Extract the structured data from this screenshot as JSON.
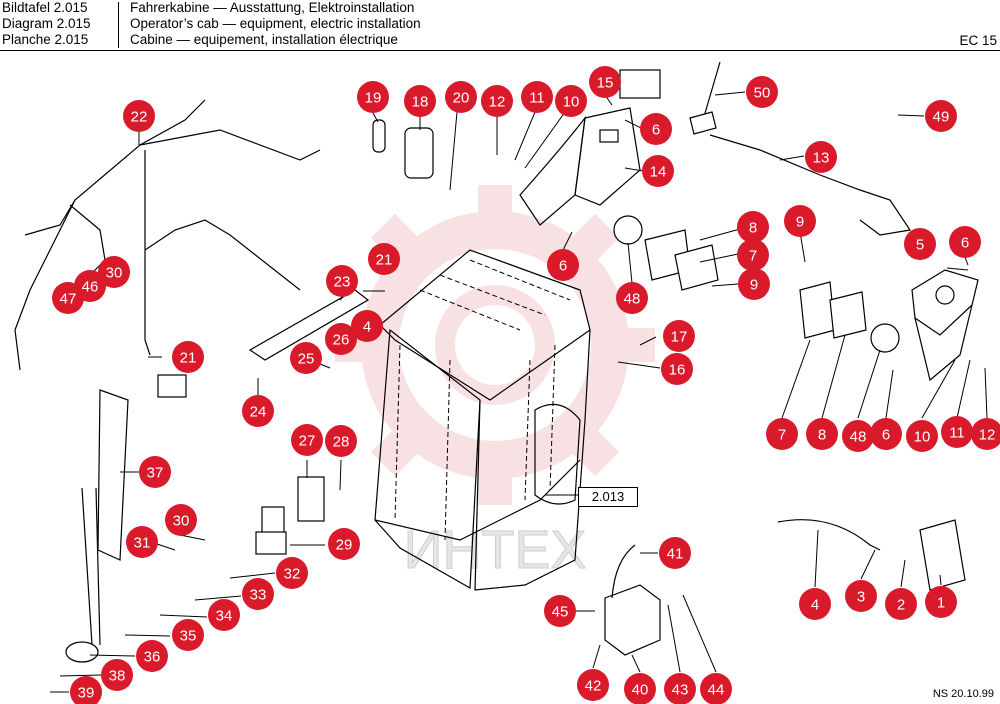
{
  "header": {
    "rows": [
      {
        "label": "Bildtafel 2.015",
        "title": "Fahrerkabine — Ausstattung, Elektroinstallation"
      },
      {
        "label": "Diagram 2.015",
        "title": "Operator’s cab — equipment, electric installation"
      },
      {
        "label": "Planche 2.015",
        "title": "Cabine — equipement, installation électrique"
      }
    ],
    "code": "EC 15"
  },
  "reference": "2.013",
  "watermark": "ИНТЕХ",
  "footer": "NS 20.10.99",
  "colors": {
    "callout": "#d91a2a",
    "watermark": "#f3c9cc"
  },
  "callouts": [
    {
      "n": "19"
    },
    {
      "n": "18"
    },
    {
      "n": "20"
    },
    {
      "n": "12"
    },
    {
      "n": "11"
    },
    {
      "n": "10"
    },
    {
      "n": "15"
    },
    {
      "n": "6"
    },
    {
      "n": "14"
    },
    {
      "n": "50"
    },
    {
      "n": "49"
    },
    {
      "n": "13"
    },
    {
      "n": "22"
    },
    {
      "n": "21"
    },
    {
      "n": "23"
    },
    {
      "n": "30"
    },
    {
      "n": "46"
    },
    {
      "n": "47"
    },
    {
      "n": "26"
    },
    {
      "n": "4"
    },
    {
      "n": "25"
    },
    {
      "n": "21"
    },
    {
      "n": "24"
    },
    {
      "n": "6"
    },
    {
      "n": "8"
    },
    {
      "n": "7"
    },
    {
      "n": "9"
    },
    {
      "n": "48"
    },
    {
      "n": "9"
    },
    {
      "n": "6"
    },
    {
      "n": "5"
    },
    {
      "n": "17"
    },
    {
      "n": "16"
    },
    {
      "n": "7"
    },
    {
      "n": "8"
    },
    {
      "n": "48"
    },
    {
      "n": "6"
    },
    {
      "n": "10"
    },
    {
      "n": "11"
    },
    {
      "n": "12"
    },
    {
      "n": "27"
    },
    {
      "n": "28"
    },
    {
      "n": "37"
    },
    {
      "n": "30"
    },
    {
      "n": "29"
    },
    {
      "n": "31"
    },
    {
      "n": "32"
    },
    {
      "n": "33"
    },
    {
      "n": "34"
    },
    {
      "n": "35"
    },
    {
      "n": "36"
    },
    {
      "n": "38"
    },
    {
      "n": "39"
    },
    {
      "n": "41"
    },
    {
      "n": "45"
    },
    {
      "n": "42"
    },
    {
      "n": "40"
    },
    {
      "n": "43"
    },
    {
      "n": "44"
    },
    {
      "n": "4"
    },
    {
      "n": "3"
    },
    {
      "n": "2"
    },
    {
      "n": "1"
    }
  ]
}
